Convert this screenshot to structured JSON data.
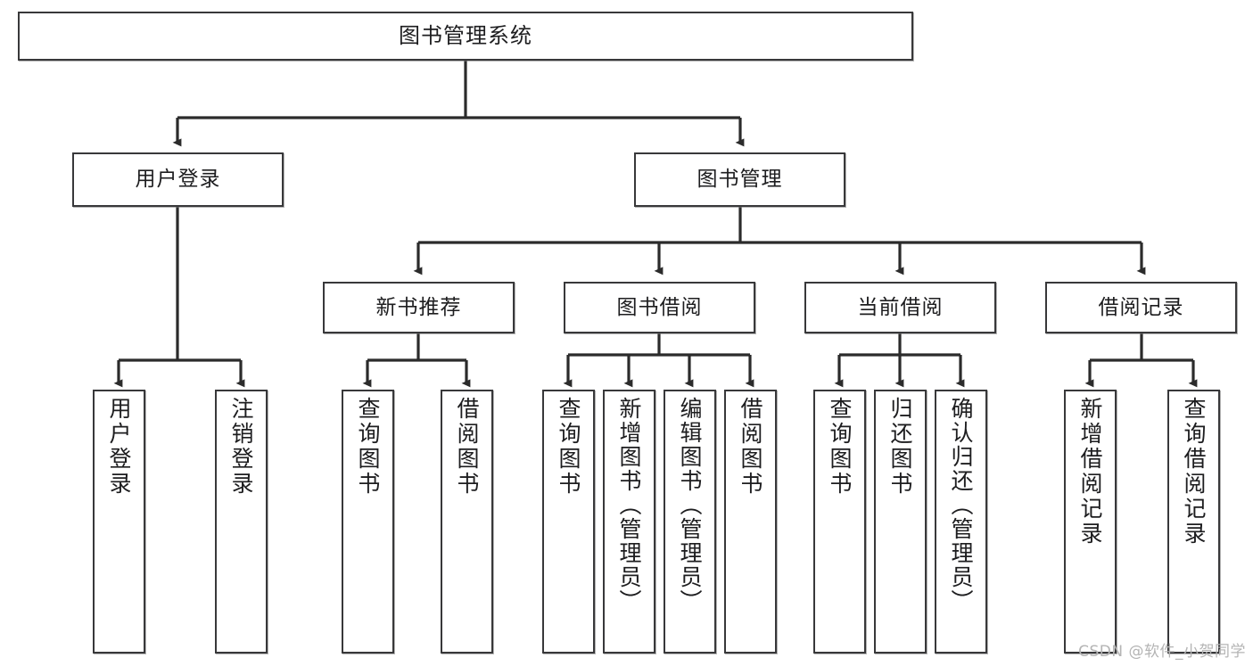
{
  "diagram": {
    "title": "图书管理系统",
    "type": "tree-hierarchy-chart",
    "watermark": "CSDN @软件_小贺同学",
    "colors": {
      "background": "#ffffff",
      "node_border": "#38383a",
      "node_fill": "#ffffff",
      "edge": "#2b2b2b",
      "text": "#1d1d1f",
      "watermark": "#b4b4b4"
    },
    "levels": {
      "root": {
        "label": "图书管理系统"
      },
      "level2": [
        {
          "label": "用户登录"
        },
        {
          "label": "图书管理"
        }
      ],
      "level3": [
        {
          "label": "新书推荐"
        },
        {
          "label": "图书借阅"
        },
        {
          "label": "当前借阅"
        },
        {
          "label": "借阅记录"
        }
      ],
      "leaves": {
        "user_login": [
          {
            "label": "用户登录"
          },
          {
            "label": "注销登录"
          }
        ],
        "new_book_recommend": [
          {
            "label": "查询图书"
          },
          {
            "label": "借阅图书"
          }
        ],
        "book_borrow": [
          {
            "label": "查询图书"
          },
          {
            "label": "新增图书（管理员）"
          },
          {
            "label": "编辑图书（管理员）"
          },
          {
            "label": "借阅图书"
          }
        ],
        "current_borrow": [
          {
            "label": "查询图书"
          },
          {
            "label": "归还图书"
          },
          {
            "label": "确认归还（管理员）"
          }
        ],
        "borrow_record": [
          {
            "label": "新增借阅记录"
          },
          {
            "label": "查询借阅记录"
          }
        ]
      }
    }
  }
}
